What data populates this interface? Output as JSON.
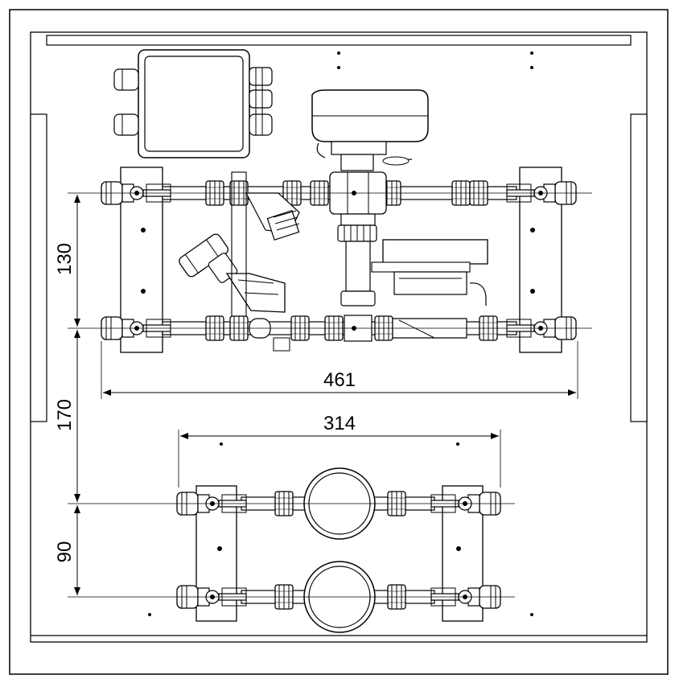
{
  "dimensions": {
    "lower_row_spacing": "90",
    "gap_between_groups": "170",
    "upper_row_spacing": "130",
    "upper_group_width": "461",
    "lower_group_width": "314"
  },
  "colors": {
    "line": "#000000",
    "background": "#ffffff",
    "body_fill": "#f2f2f2"
  }
}
